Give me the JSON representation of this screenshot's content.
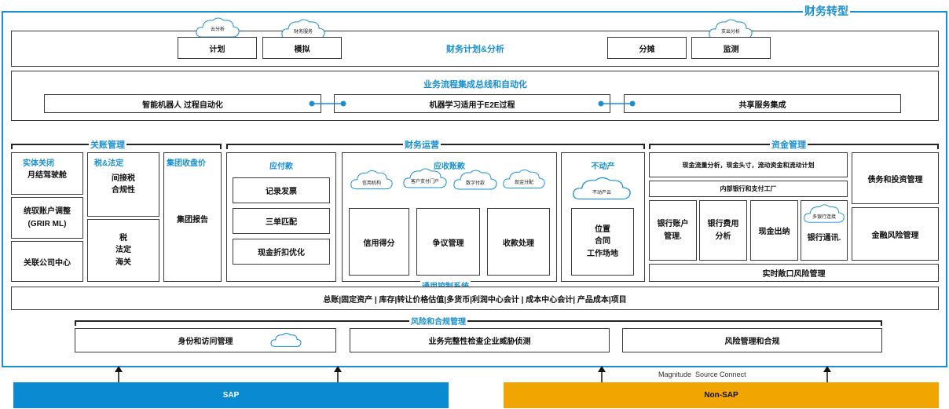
{
  "title": "财务转型",
  "planning": {
    "clouds": [
      "云分析",
      "财务服务",
      "支出分析"
    ],
    "buttons": [
      "计划",
      "模拟",
      "分摊",
      "监测"
    ],
    "center_label": "财务计划&分析"
  },
  "bpa": {
    "title": "业务流程集成总线和自动化",
    "items": [
      "智能机器人 过程自动化",
      "机器学习适用于E2E过程",
      "共享服务集成"
    ]
  },
  "closing": {
    "group_title": "关账管理",
    "entity_close": "实体关闭",
    "monthly_cockpit": "月结驾驶舱",
    "grir": "统驭账户调整\n(GRIR ML)",
    "intercompany": "关联公司中心",
    "tax_title": "税&法定",
    "tax_top": "间接税\n合规性",
    "tax_bottom": "税\n法定\n海关",
    "consol_title": "集团收盘价",
    "consol_report": "集团报告"
  },
  "operations": {
    "group_title": "财务运营",
    "ap_title": "应付款",
    "ap_items": [
      "记录发票",
      "三单匹配",
      "现金折扣优化"
    ],
    "ar_title": "应收账款",
    "ar_clouds": [
      "信用机构",
      "客户支付门户",
      "数字付款",
      "现金分配"
    ],
    "ar_items": [
      "信用得分",
      "争议管理",
      "收款处理"
    ],
    "re_title": "不动产",
    "re_cloud": "不动产云",
    "re_item": "位置\n合同\n工作场地"
  },
  "treasury": {
    "group_title": "资金管理",
    "cash_flow": "现金流量分析，现金头寸，流动资金和流动计划",
    "inhouse_bank": "内部银行和支付工厂",
    "bank_account": "银行账户\n管理.",
    "bank_fee": "银行费用\n分析",
    "cash_out": "现金出纳",
    "multi_bank_cloud": "多银行连接",
    "bank_comm": "银行通讯.",
    "debt_invest": "债务和投资管理",
    "fin_risk": "金融风险管理",
    "realtime_risk": "实时敞口风险管理"
  },
  "general_control": {
    "title": "通用控制系统",
    "content": "总账|固定资产 | 库存|转让价格估值|多货币|利润中心会计 | 成本中心会计| 产品成本|项目"
  },
  "risk": {
    "title": "风险和合规管理",
    "items": [
      "身份和访问管理",
      "业务完整性检查企业威胁侦测",
      "风险管理和合规"
    ]
  },
  "sources": {
    "connect_label": "Magnitude  Source Connect",
    "sap": "SAP",
    "non_sap": "Non-SAP",
    "sap_color": "#0a8ad0",
    "non_sap_color": "#f0a500"
  }
}
